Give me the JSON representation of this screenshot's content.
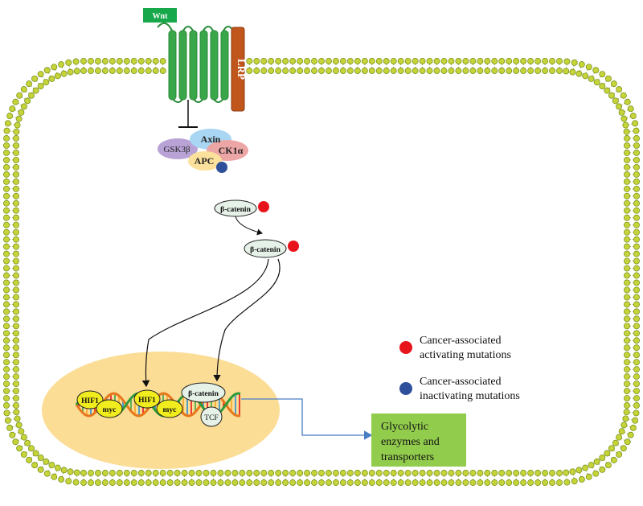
{
  "receptor": {
    "ligand_label": "Wnt",
    "coreceptor_label": "LRP"
  },
  "destruction_complex": {
    "axin": "Axin",
    "gsk3b": "GSK3β",
    "ck1a": "CK1α",
    "apc": "APC"
  },
  "cytoplasm": {
    "beta_catenin_1": "β-catenin",
    "beta_catenin_2": "β-catenin"
  },
  "nucleus": {
    "hif1_a": "HIF1",
    "myc_a": "myc",
    "hif1_b": "HIF1",
    "myc_b": "myc",
    "beta_catenin": "β-catenin",
    "tcf": "TCF"
  },
  "output_box": {
    "line1": "Glycolytic",
    "line2": "enzymes and",
    "line3": "transporters"
  },
  "legend": {
    "activating_line1": "Cancer-associated",
    "activating_line2": "activating mutations",
    "inactivating_line1": "Cancer-associated",
    "inactivating_line2": "inactivating mutations"
  },
  "colors": {
    "membrane_head": "#c6d43a",
    "membrane_stroke": "#6e8a10",
    "receptor_green": "#3aa64a",
    "lrp_orange": "#c0561c",
    "wnt_green": "#16a84a",
    "nucleus_fill": "#fbd98a",
    "activating_red": "#e8141c",
    "inactivating_blue": "#2e4f9a",
    "output_box_green": "#92cc4d",
    "axin_blue": "#a9d6f3",
    "gsk3b_purple": "#b9a3d6",
    "ck1a_pink": "#eca6a6",
    "apc_yellow": "#fbe19b",
    "protein_yellow": "#f1ec1d",
    "beta_catenin_fill": "#e6f2e8",
    "arrow_blue": "#4a7ec3"
  }
}
